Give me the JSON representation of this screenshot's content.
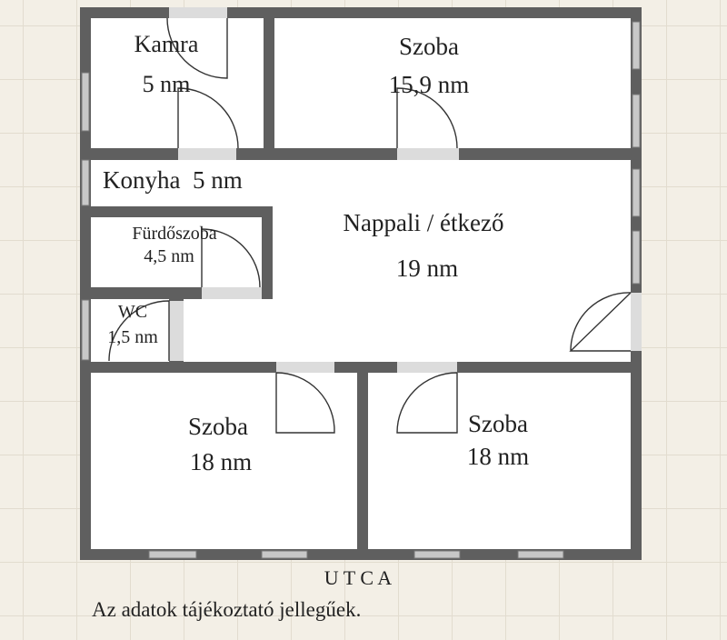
{
  "rooms": {
    "kamra": {
      "name": "Kamra",
      "area": "5 nm"
    },
    "szoba_top": {
      "name": "Szoba",
      "area": "15,9 nm"
    },
    "konyha": {
      "label": "Konyha  5 nm"
    },
    "nappali": {
      "name": "Nappali / étkező",
      "area": "19 nm"
    },
    "furdoszoba": {
      "name": "Fürdőszoba",
      "area": "4,5 nm"
    },
    "wc": {
      "name": "WC",
      "area": "1,5 nm"
    },
    "szoba_bl": {
      "name": "Szoba",
      "area": "18 nm"
    },
    "szoba_br": {
      "name": "Szoba",
      "area": "18 nm"
    }
  },
  "street": "U T C A",
  "disclaimer": "Az adatok tájékoztató jellegűek.",
  "colors": {
    "wall": "#5f5f5f",
    "window": "#c8c8c8",
    "background": "#f3efe6"
  }
}
